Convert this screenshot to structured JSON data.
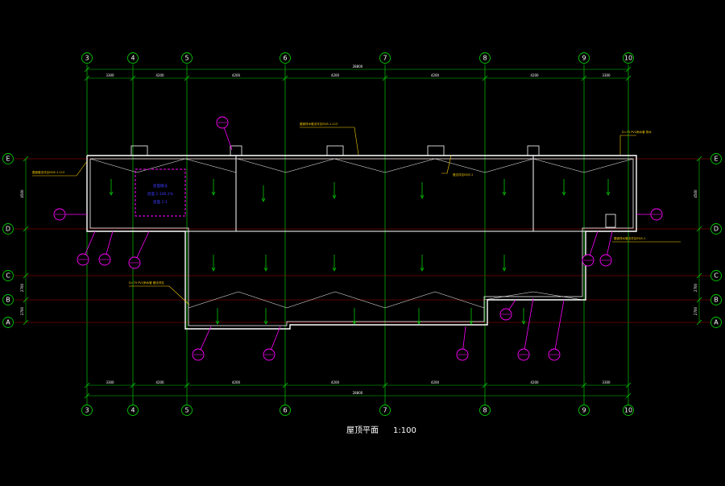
{
  "drawing_title": "屋顶平面",
  "drawing_scale": "1:100",
  "colors": {
    "background": "#000000",
    "grid_line": "#00c800",
    "wall": "#ffffff",
    "axis_red": "#b40000",
    "magenta": "#ff00ff",
    "yellow": "#ffd200",
    "blue": "#3c3cff"
  },
  "axes_vertical": [
    {
      "label": "3"
    },
    {
      "label": "4"
    },
    {
      "label": "5"
    },
    {
      "label": "6"
    },
    {
      "label": "7"
    },
    {
      "label": "8"
    },
    {
      "label": "9"
    },
    {
      "label": "10"
    }
  ],
  "axes_horizontal": [
    {
      "label": "E"
    },
    {
      "label": "D"
    },
    {
      "label": "C"
    },
    {
      "label": "B"
    },
    {
      "label": "A"
    }
  ],
  "dims_top": [
    "3300",
    "4200",
    "4200",
    "4200",
    "4200",
    "4200",
    "3300"
  ],
  "dims_top_total": "28800",
  "dims_bottom": [
    "3300",
    "4200",
    "4200",
    "4200",
    "4200",
    "4200",
    "3300"
  ],
  "dims_bottom_total": "28800",
  "dims_left": [
    "4500",
    "2700",
    "2700"
  ],
  "dims_right": [
    "4500",
    "2700",
    "2700"
  ],
  "blue_box": {
    "heading": "屋面做法",
    "line1": "屋面 1:100 2%",
    "line2": "屋面 2:1"
  },
  "notes_yellow": [
    "屋面排水做法详见05J5-1-113",
    "做法详见05J5-1",
    "D=75 PVC雨水管 排水",
    "屋面做法详见05J5-1-113",
    "D=75 PVC雨水管 做法详见",
    "屋面排水做法详见05J5-1"
  ]
}
